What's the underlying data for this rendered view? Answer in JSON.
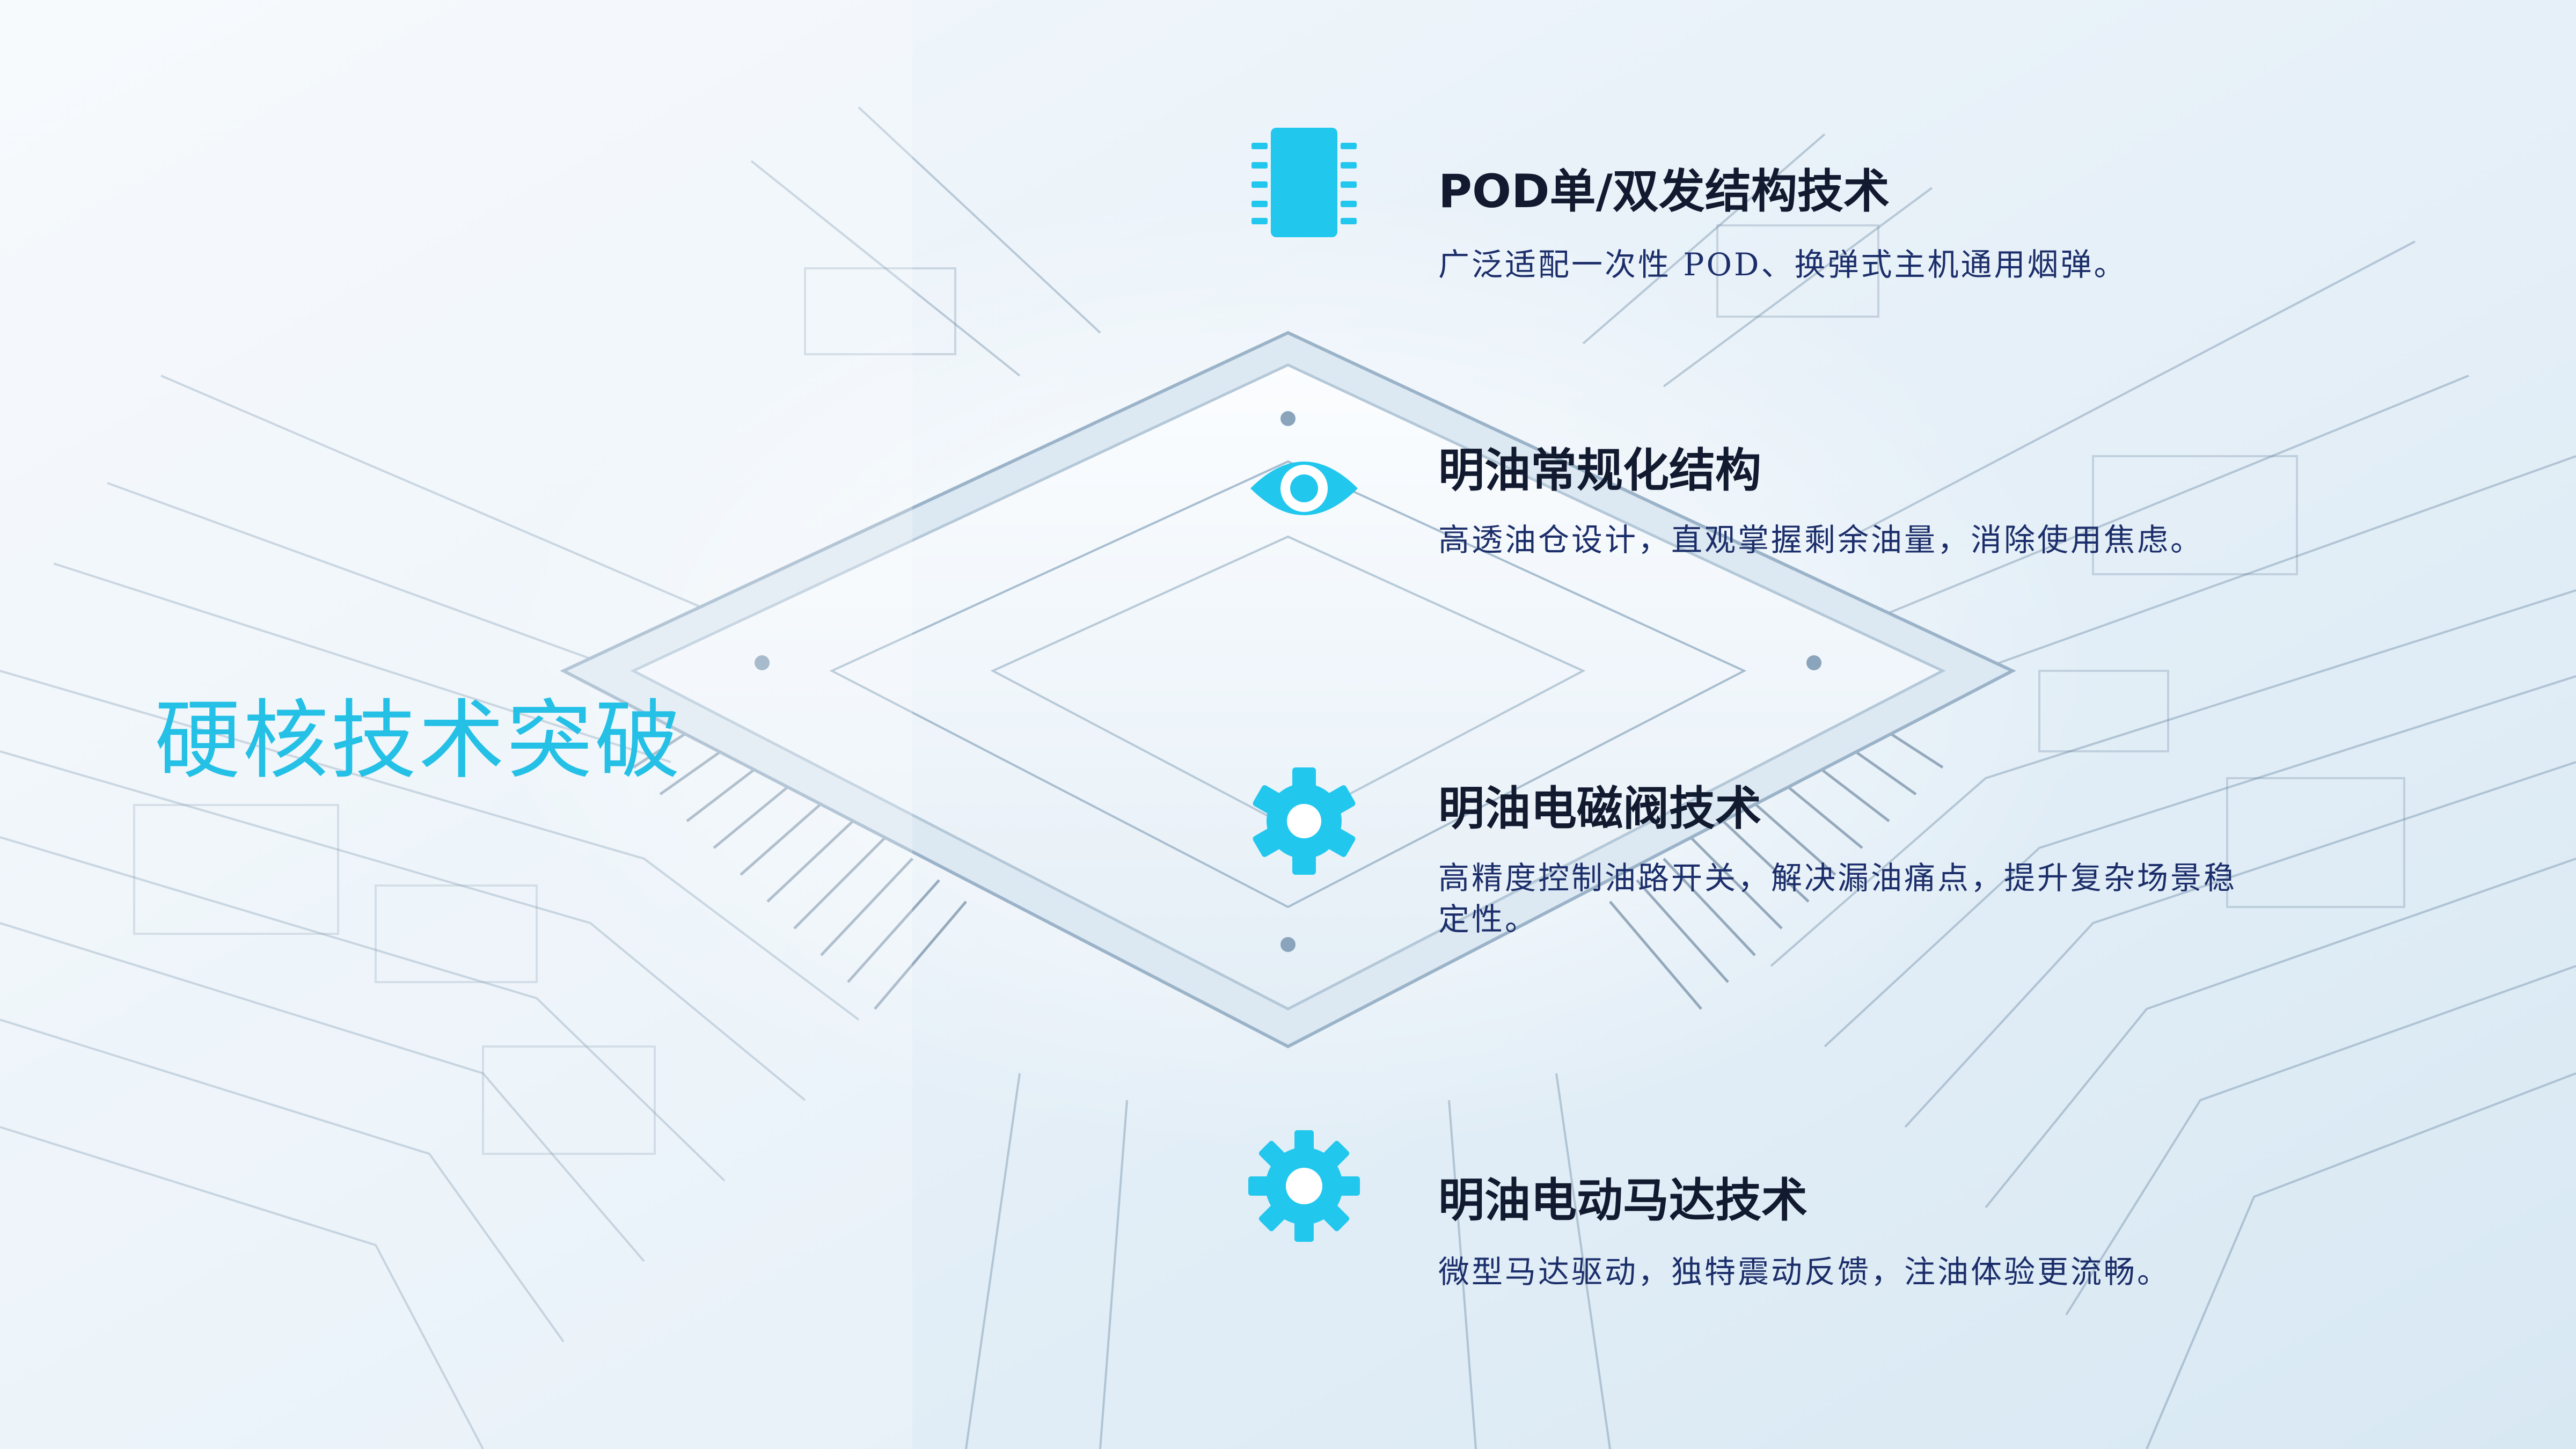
{
  "slide": {
    "title": "硬核技术突破",
    "accent_color": "#22c7ee",
    "background": "circuit-board-chip-illustration"
  },
  "features": [
    {
      "icon": "chip-icon",
      "title": "POD单/双发结构技术",
      "description": "广泛适配一次性 POD、换弹式主机通用烟弹。"
    },
    {
      "icon": "eye-icon",
      "title": "明油常规化结构",
      "description": "高透油仓设计，直观掌握剩余油量，消除使用焦虑。"
    },
    {
      "icon": "gear-icon",
      "title": "明油电磁阀技术",
      "description": "高精度控制油路开关，解决漏油痛点，提升复杂场景稳定性。"
    },
    {
      "icon": "gear-icon",
      "title": "明油电动马达技术",
      "description": "微型马达驱动，独特震动反馈，注油体验更流畅。"
    }
  ]
}
